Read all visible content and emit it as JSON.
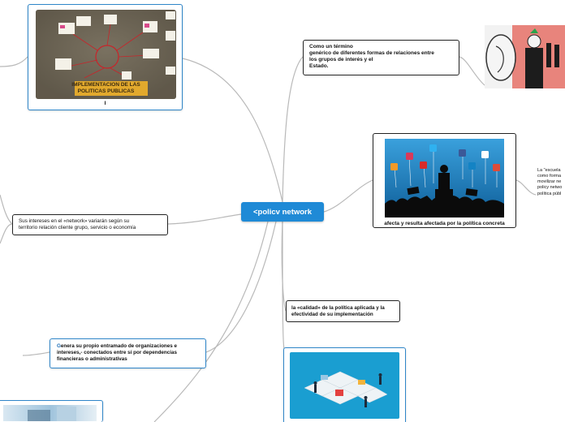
{
  "center": {
    "label": "<policv network"
  },
  "nodes": {
    "implementation": {
      "image_title_line1": "IMPLEMENTACION DE LAS",
      "image_title_line2": "POLITICAS PUBLICAS",
      "caption": "I"
    },
    "definition": {
      "line1": "Como un término",
      "line2": "genérico de diferentes formas de relaciones entre",
      "line3": "los grupos de interés y el",
      "line4": "Estado."
    },
    "affects": {
      "caption": "afecta y resulta afectada por la política concreta"
    },
    "interests": {
      "line1": "Sus intereses en el «network» variarán según su",
      "line2": "territorio relación cliente grupo, servicio o economía"
    },
    "quality": {
      "line1": "la «calidad» de la política aplicada y la",
      "line2": "efectividad de su implementación"
    },
    "network": {
      "first_letter": "G",
      "line1_rest": "enera su propio entramado de organizaciones e",
      "line2": "intereses,- conectados entre sí por dependencias",
      "line3": "financieras o administrativas"
    },
    "school_fragment": {
      "line1": "La \"escuela",
      "line2": "como forma",
      "line3": "movilizar ne",
      "line4": "policy netwo",
      "line5": "política públ"
    }
  },
  "colors": {
    "center_fill": "#1f8ad6",
    "blue_border": "#2f86c9",
    "connector": "#b5b5b5",
    "chalkboard": "#6e6656",
    "concert_blue": "#1d86c6",
    "puzzle_teal": "#1a9ed1",
    "ear_red": "#e8847c"
  },
  "icons": [
    "facebook-icon",
    "twitter-icon",
    "youtube-icon",
    "linkedin-icon",
    "google-plus-icon",
    "rss-icon",
    "flickr-icon"
  ]
}
